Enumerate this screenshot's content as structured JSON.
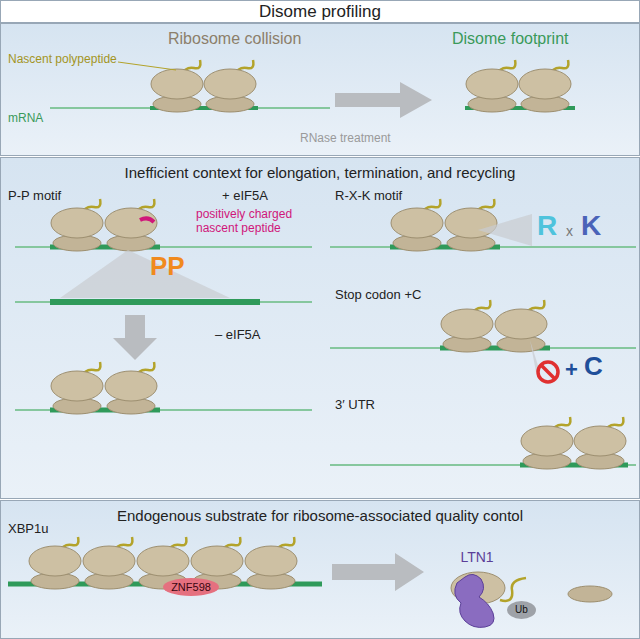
{
  "diagram": {
    "title": "Disome profiling",
    "nodes": [
      {
        "text": [
          "Inefficient context for elongation, termination, and recycling"
        ]
      },
      {
        "text": [
          "Endogenous substrate for ribosome-associated quality contol"
        ]
      },
      {
        "text": [
          "ZNF598"
        ],
        "in": 1
      },
      {
        "text": [
          "LTN1"
        ],
        "in": 1
      },
      {
        "text": [
          "Ub"
        ],
        "in": 1
      }
    ],
    "labels": [
      "Ribosome collision",
      "Disome footprint",
      "Nascent polypeptide",
      "mRNA",
      "RNase treatment",
      "P-P motif",
      "+ eIF5A",
      "positively charged nascent peptide",
      "PP",
      "– eIF5A",
      "R-X-K motif",
      "R",
      "x",
      "K",
      "Stop codon +C",
      "+",
      "C",
      "3′ UTR",
      "XBP1u"
    ]
  }
}
